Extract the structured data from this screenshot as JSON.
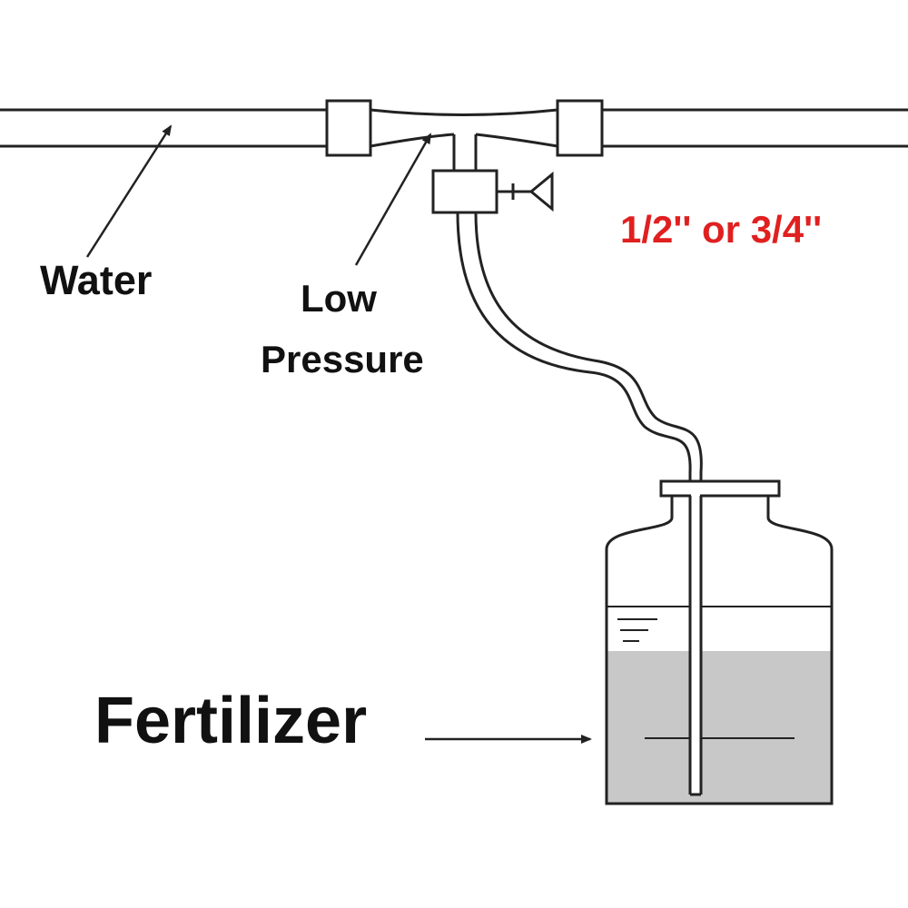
{
  "labels": {
    "water": "Water",
    "low_pressure_line1": "Low",
    "low_pressure_line2": "Pressure",
    "pipe_size": "1/2'' or 3/4''",
    "fertilizer": "Fertilizer"
  },
  "colors": {
    "line": "#222222",
    "size_label": "#e02020",
    "liquid": "#c8c8c8"
  },
  "fertilizer_fill_level": 0.6
}
